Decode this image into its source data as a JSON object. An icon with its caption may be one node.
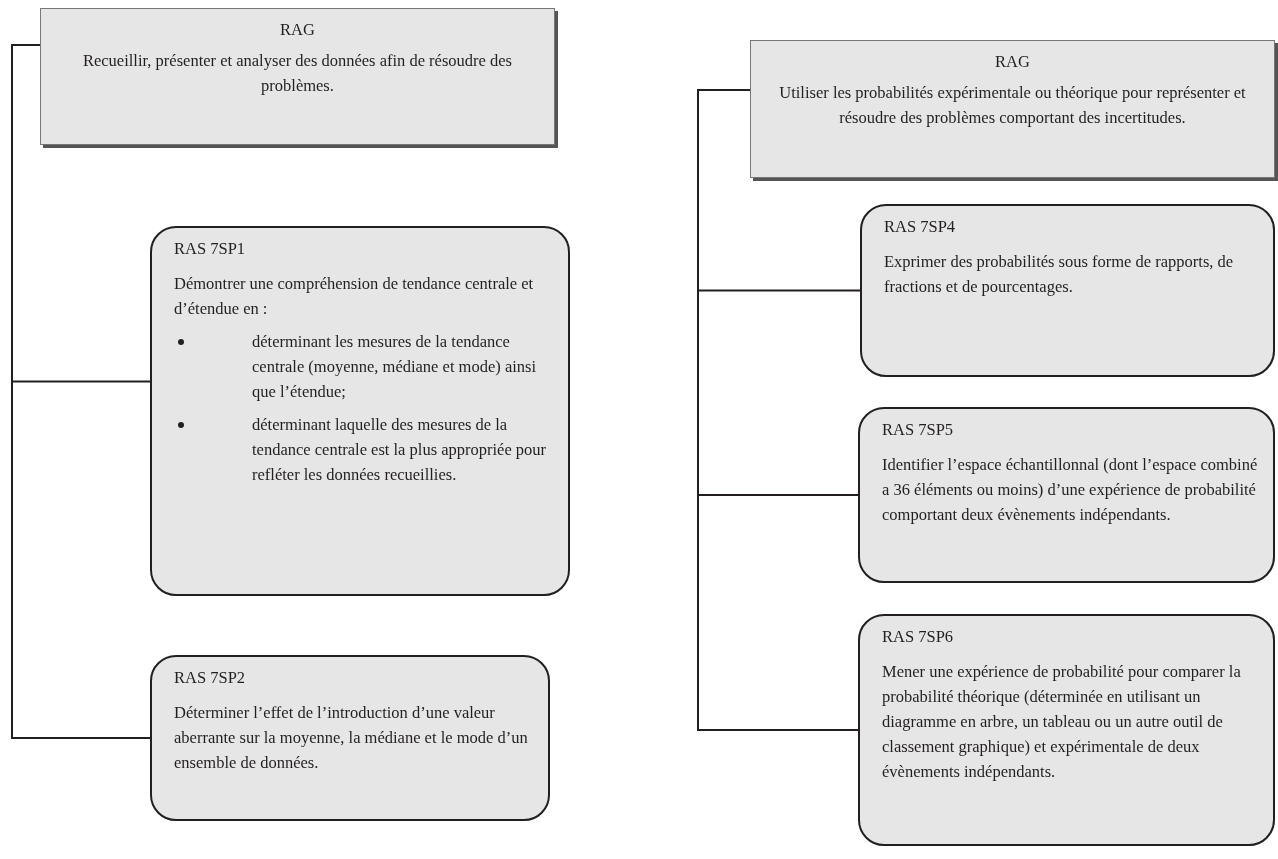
{
  "diagram": {
    "nodes": [
      {
        "text": [
          "RAG",
          "Recueillir, présenter et analyser des données afin de résoudre des problèmes."
        ]
      },
      {
        "text": [
          "RAS 7SP1",
          "Démontrer une compréhension de tendance centrale et d’étendue en :",
          "déterminant les mesures de la tendance centrale (moyenne, médiane et mode) ainsi que l’étendue;",
          "déterminant laquelle des mesures de la tendance centrale est la plus appropriée pour refléter les données recueillies."
        ]
      },
      {
        "text": [
          "RAS 7SP2",
          "Déterminer l’effet de l’introduction d’une valeur aberrante sur la moyenne, la médiane et le mode d’un ensemble de données."
        ]
      },
      {
        "text": [
          "RAG",
          "Utiliser les probabilités expérimentale ou théorique pour représenter et résoudre des problèmes comportant des incertitudes."
        ]
      },
      {
        "text": [
          "RAS 7SP4",
          "Exprimer des probabilités sous forme de rapports, de fractions et de pourcentages."
        ]
      },
      {
        "text": [
          "RAS 7SP5",
          "Identifier l’espace échantillonnal (dont l’espace combiné a 36 éléments ou moins) d’une expérience de probabilité comportant deux évènements indépendants."
        ]
      },
      {
        "text": [
          "RAS 7SP6",
          "Mener une expérience de probabilité pour comparer la probabilité théorique (déterminée en utilisant un diagramme en arbre, un tableau ou un autre outil de classement graphique) et expérimentale de deux évènements indépendants."
        ]
      }
    ],
    "edges": [
      {
        "from": 0,
        "to": 1,
        "arrow": "none"
      },
      {
        "from": 0,
        "to": 2,
        "arrow": "none"
      },
      {
        "from": 3,
        "to": 4,
        "arrow": "none"
      },
      {
        "from": 3,
        "to": 5,
        "arrow": "none"
      },
      {
        "from": 3,
        "to": 6,
        "arrow": "none"
      }
    ]
  }
}
